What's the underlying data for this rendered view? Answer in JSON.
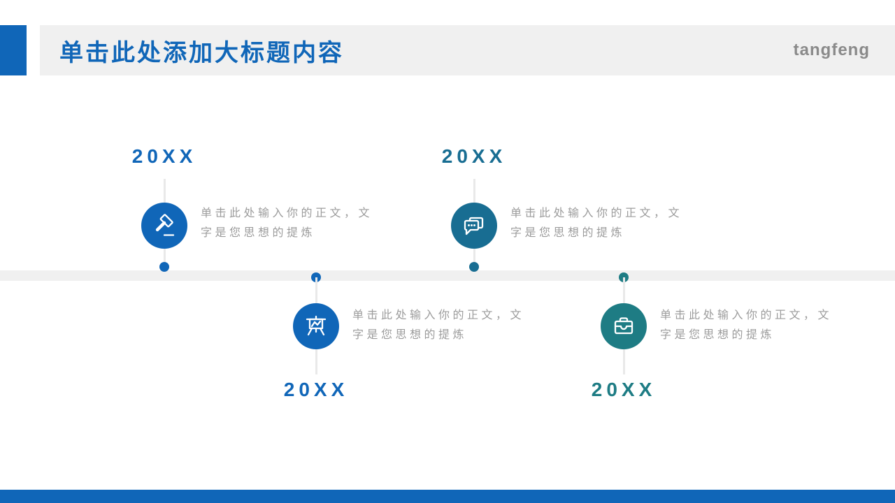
{
  "header": {
    "title": "单击此处添加大标题内容",
    "brand": "tangfeng"
  },
  "colors": {
    "blue": "#1066b8",
    "teal_blue": "#186d92",
    "teal": "#1e7c84",
    "header_bar_bg": "#f0f0f0",
    "timeline_band_bg": "#f0f0f0",
    "connector_line": "#e9e9e9",
    "body_text": "#9c9c9c",
    "brand_text": "#8a8a8a",
    "bottom_bar": "#1066b8"
  },
  "milestones": [
    {
      "year": "20XX",
      "side": "above",
      "icon": "gavel-icon",
      "color": "#1066b8",
      "lines": [
        "单击此处输入你的正文，文",
        "字是您思想的提炼"
      ]
    },
    {
      "year": "20XX",
      "side": "above",
      "icon": "chat-icon",
      "color": "#186d92",
      "lines": [
        "单击此处输入你的正文，文",
        "字是您思想的提炼"
      ]
    },
    {
      "year": "20XX",
      "side": "below",
      "icon": "presentation-chart-icon",
      "color": "#1066b8",
      "lines": [
        "单击此处输入你的正文，文",
        "字是您思想的提炼"
      ]
    },
    {
      "year": "20XX",
      "side": "below",
      "icon": "briefcase-icon",
      "color": "#1e7c84",
      "lines": [
        "单击此处输入你的正文，文",
        "字是您思想的提炼"
      ]
    }
  ]
}
